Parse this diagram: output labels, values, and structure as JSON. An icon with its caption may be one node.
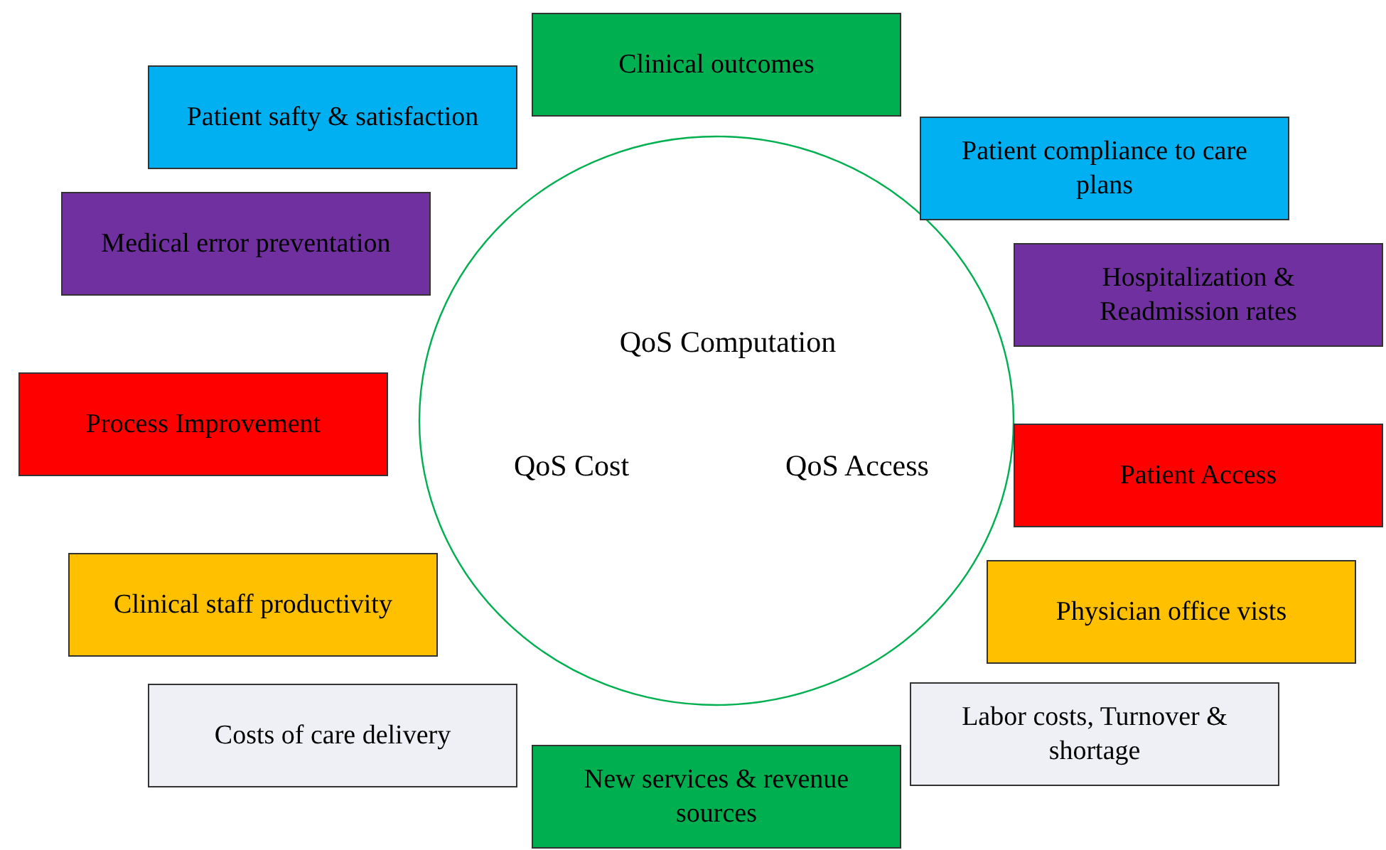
{
  "diagram": {
    "nodes": [
      {
        "text": [
          "QoS Computation",
          "QoS Cost",
          "QoS Access"
        ]
      },
      {
        "text": [
          "Clinical outcomes"
        ]
      },
      {
        "text": [
          "Patient safty & satisfaction"
        ]
      },
      {
        "text": [
          "Patient compliance to care plans"
        ]
      },
      {
        "text": [
          "Medical error preventation"
        ]
      },
      {
        "text": [
          "Hospitalization & Readmission rates"
        ]
      },
      {
        "text": [
          "Process Improvement"
        ]
      },
      {
        "text": [
          "Patient Access"
        ]
      },
      {
        "text": [
          "Clinical staff productivity"
        ]
      },
      {
        "text": [
          "Physician office vists"
        ]
      },
      {
        "text": [
          "Costs of care delivery"
        ]
      },
      {
        "text": [
          "Labor costs, Turnover & shortage"
        ]
      },
      {
        "text": [
          "New services & revenue sources"
        ]
      }
    ],
    "edges": []
  }
}
